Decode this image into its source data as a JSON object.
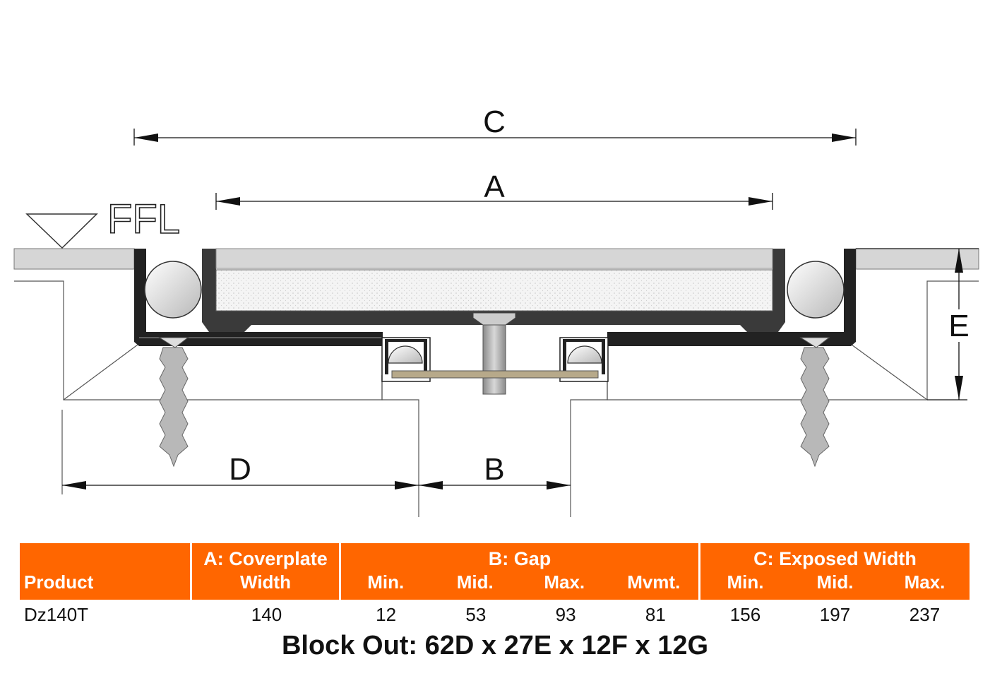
{
  "drawing": {
    "dimension_labels": {
      "c": "C",
      "a": "A",
      "d": "D",
      "b": "B",
      "e": "E"
    },
    "ffl_label": "FFL"
  },
  "table": {
    "headers": {
      "product": "Product",
      "coverplate_top": "A: Coverplate",
      "coverplate_sub": "Width",
      "gap_top": "B: Gap",
      "gap_subs": [
        "Min.",
        "Mid.",
        "Max.",
        "Mvmt."
      ],
      "exposed_top": "C: Exposed Width",
      "exposed_subs": [
        "Min.",
        "Mid.",
        "Max."
      ]
    },
    "row": {
      "product": "Dz140T",
      "coverplate_width": "140",
      "gap": [
        "12",
        "53",
        "93",
        "81"
      ],
      "exposed": [
        "156",
        "197",
        "237"
      ]
    }
  },
  "block_out": "Block Out: 62D x 27E x 12F x 12G"
}
